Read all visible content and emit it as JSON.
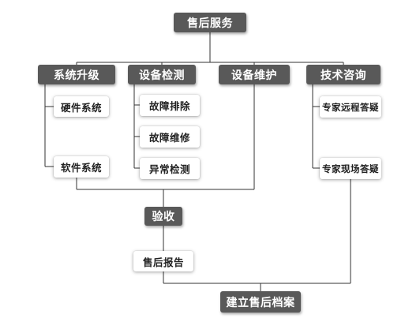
{
  "diagram": {
    "root": "售后服务",
    "categories": {
      "upgrade": "系统升级",
      "inspection": "设备检测",
      "maintenance": "设备维护",
      "consulting": "技术咨询"
    },
    "upgrade_items": {
      "hardware": "硬件系统",
      "software": "软件系统"
    },
    "inspection_items": {
      "troubleshoot": "故障排除",
      "repair": "故障维修",
      "anomaly": "异常检测"
    },
    "consulting_items": {
      "remote": "专家远程答疑",
      "onsite": "专家现场答疑"
    },
    "acceptance": "验收",
    "report": "售后报告",
    "archive": "建立售后档案"
  }
}
